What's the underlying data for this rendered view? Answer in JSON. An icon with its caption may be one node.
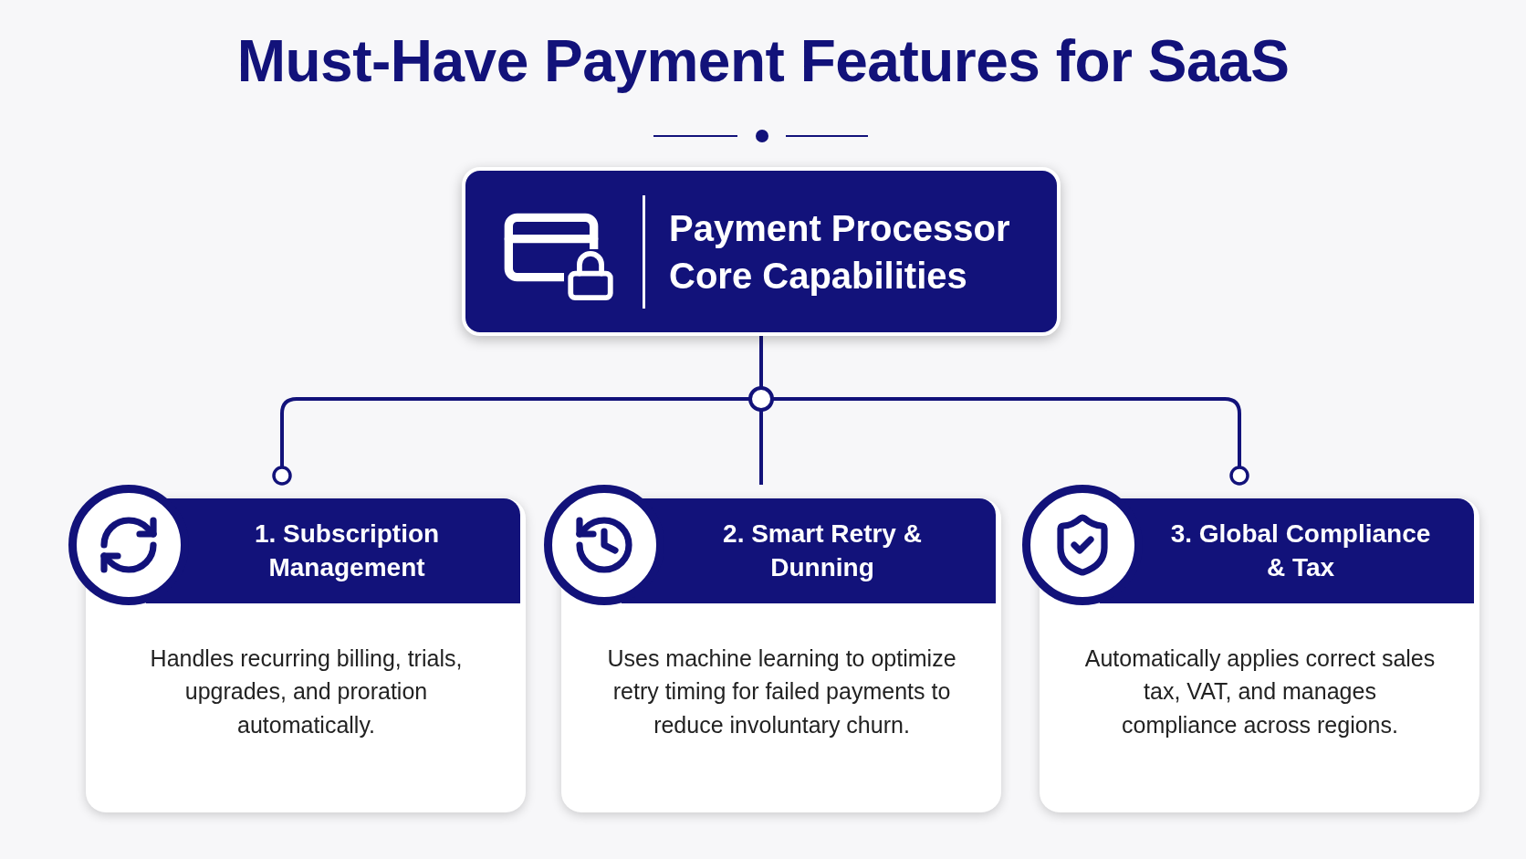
{
  "diagram": {
    "title": "Must-Have Payment Features for SaaS",
    "nodes": [
      {
        "text": [
          "Payment Processor Core Capabilities"
        ]
      },
      {
        "text": [
          "1. Subscription Management",
          "Handles recurring billing, trials, upgrades, and proration automatically."
        ]
      },
      {
        "text": [
          "2. Smart Retry & Dunning",
          "Uses machine learning to optimize retry timing for failed payments to reduce involuntary churn."
        ]
      },
      {
        "text": [
          "3. Global Compliance & Tax",
          "Automatically applies correct sales tax, VAT, and manages compliance across regions."
        ]
      }
    ],
    "edges": [
      {
        "from": 0,
        "to": 1,
        "arrow": "other"
      },
      {
        "from": 0,
        "to": 2,
        "arrow": "none"
      },
      {
        "from": 0,
        "to": 3,
        "arrow": "other"
      }
    ]
  }
}
